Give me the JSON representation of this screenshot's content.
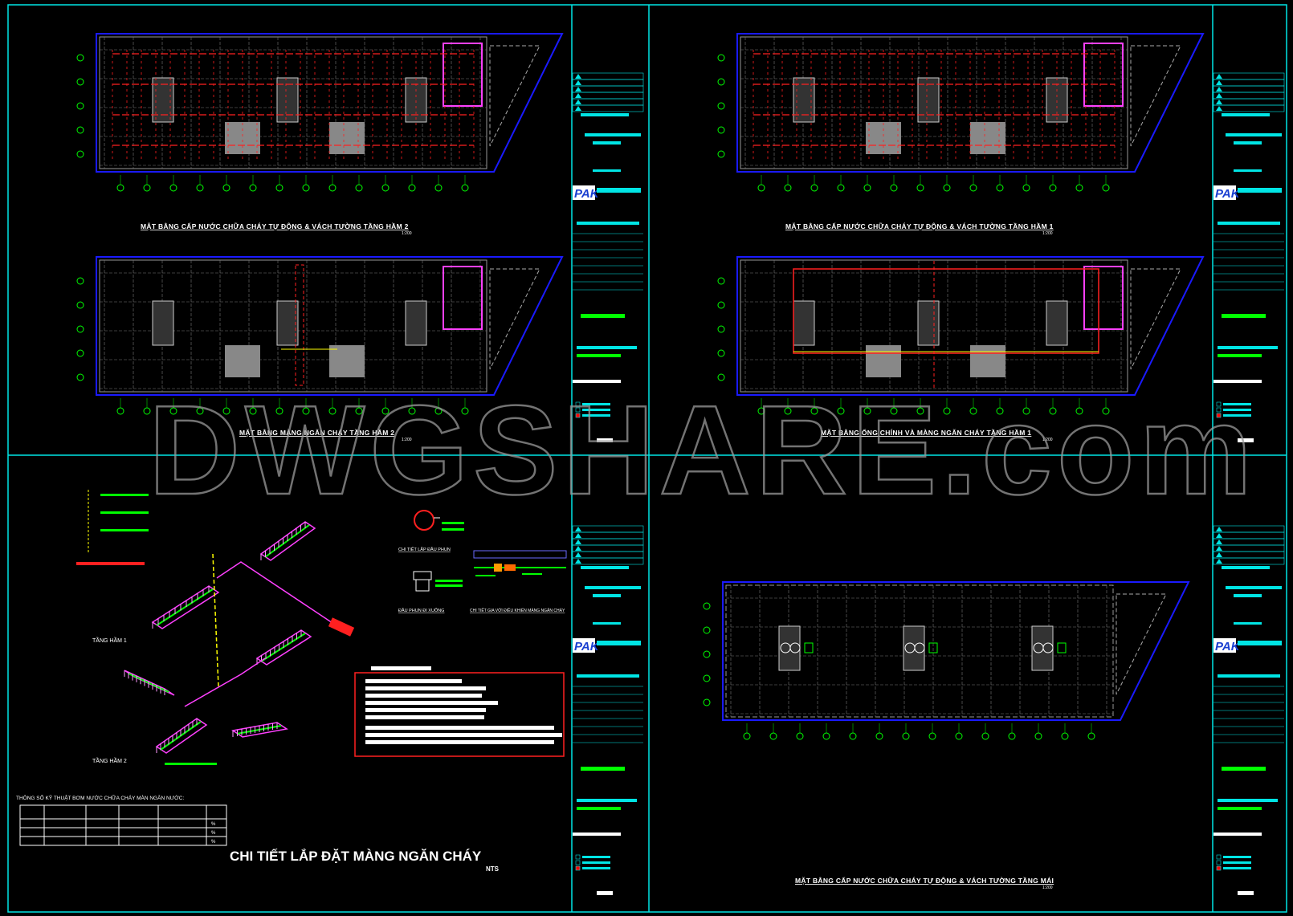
{
  "drawings": [
    {
      "title": "MẶT BẰNG CẤP NƯỚC CHỮA CHÁY TỰ ĐỘNG & VÁCH TƯỜNG TẦNG HẦM 2",
      "scale": "1:200"
    },
    {
      "title": "MẶT BẰNG CẤP NƯỚC CHỮA CHÁY TỰ ĐỘNG & VÁCH TƯỜNG TẦNG HẦM 1",
      "scale": "1:200"
    },
    {
      "title": "MẶT BẰNG MÀNG NGĂN CHÁY TẦNG HẦM 2",
      "scale": "1:200"
    },
    {
      "title": "MẶT BẰNG ỐNG CHÍNH VÀ MÀNG NGĂN CHÁY TẦNG HẦM 1",
      "scale": "1:200"
    },
    {
      "title": "MẶT BẰNG CẤP NƯỚC CHỮA CHÁY TỰ ĐỘNG & VÁCH TƯỜNG TẦNG MÁI",
      "scale": "1:200"
    }
  ],
  "detail": {
    "title": "CHI TIẾT LẮP ĐẶT MÀNG NGĂN CHÁY",
    "scale": "NTS",
    "level1": "TẦNG HẦM 1",
    "level2": "TẦNG HẦM 2",
    "nozzle_detail": "CHI TIẾT LẮP ĐẦU PHUN",
    "nozzle_down": "ĐẦU PHUN ĐI XUỐNG",
    "valve_detail": "CHI TIẾT GIA VỚI ĐIỀU KHIỂN MÀNG NGĂN CHÁY",
    "pump_table_title": "THÔNG SỐ KỸ THUẬT BƠM NƯỚC CHỮA CHÁY MÀN NGĂN NƯỚC:",
    "pump_table_pct": [
      "%",
      "%",
      "%"
    ]
  },
  "title_block": {
    "logo": "PAK"
  },
  "watermark": "DWGSHARE.com",
  "colors": {
    "frame": "#00e5e5",
    "outline": "#1a1aff",
    "pipe": "#ff2020",
    "grid": "#00ff00",
    "wall": "#ff40ff",
    "bg": "#000000"
  }
}
